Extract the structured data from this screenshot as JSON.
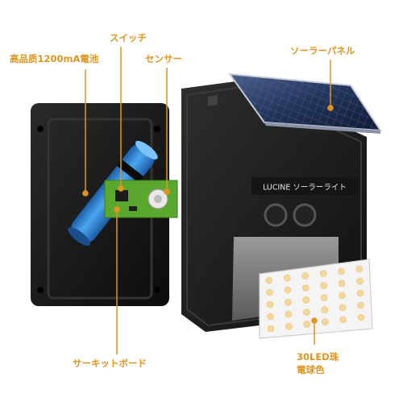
{
  "labels": {
    "battery": "高品质1200mA電池",
    "switch": "スイッチ",
    "sensor": "センサー",
    "solar_panel": "ソーラーパネル",
    "circuit_board": "サーキットボード",
    "led_line1": "30LED珠",
    "led_line2": "電球色"
  },
  "product": {
    "brand_label": "LUCINE ソーラーライト"
  },
  "colors": {
    "label_orange": "#e0951f",
    "battery_blue": "#2a86d8",
    "pcb_green": "#5aa82e",
    "housing_black": "#1c1c1c",
    "solar_blue": "#2b3f6a",
    "led_warm": "#f6d79a"
  }
}
